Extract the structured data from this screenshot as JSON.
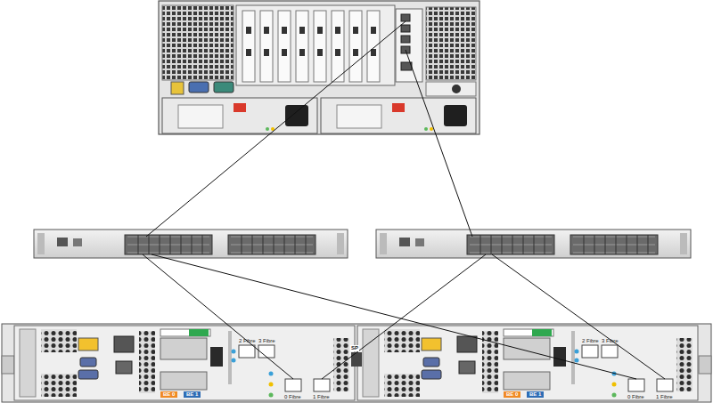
{
  "diagram": {
    "labels": [
      "2 Fibre",
      "3 Fibre",
      "0 Fibre",
      "1 Fibre",
      "BE 0",
      "BE 1",
      "SP",
      "2 Fibre",
      "3 Fibre",
      "0 Fibre",
      "1 Fibre",
      "BE 0",
      "BE 1"
    ]
  }
}
